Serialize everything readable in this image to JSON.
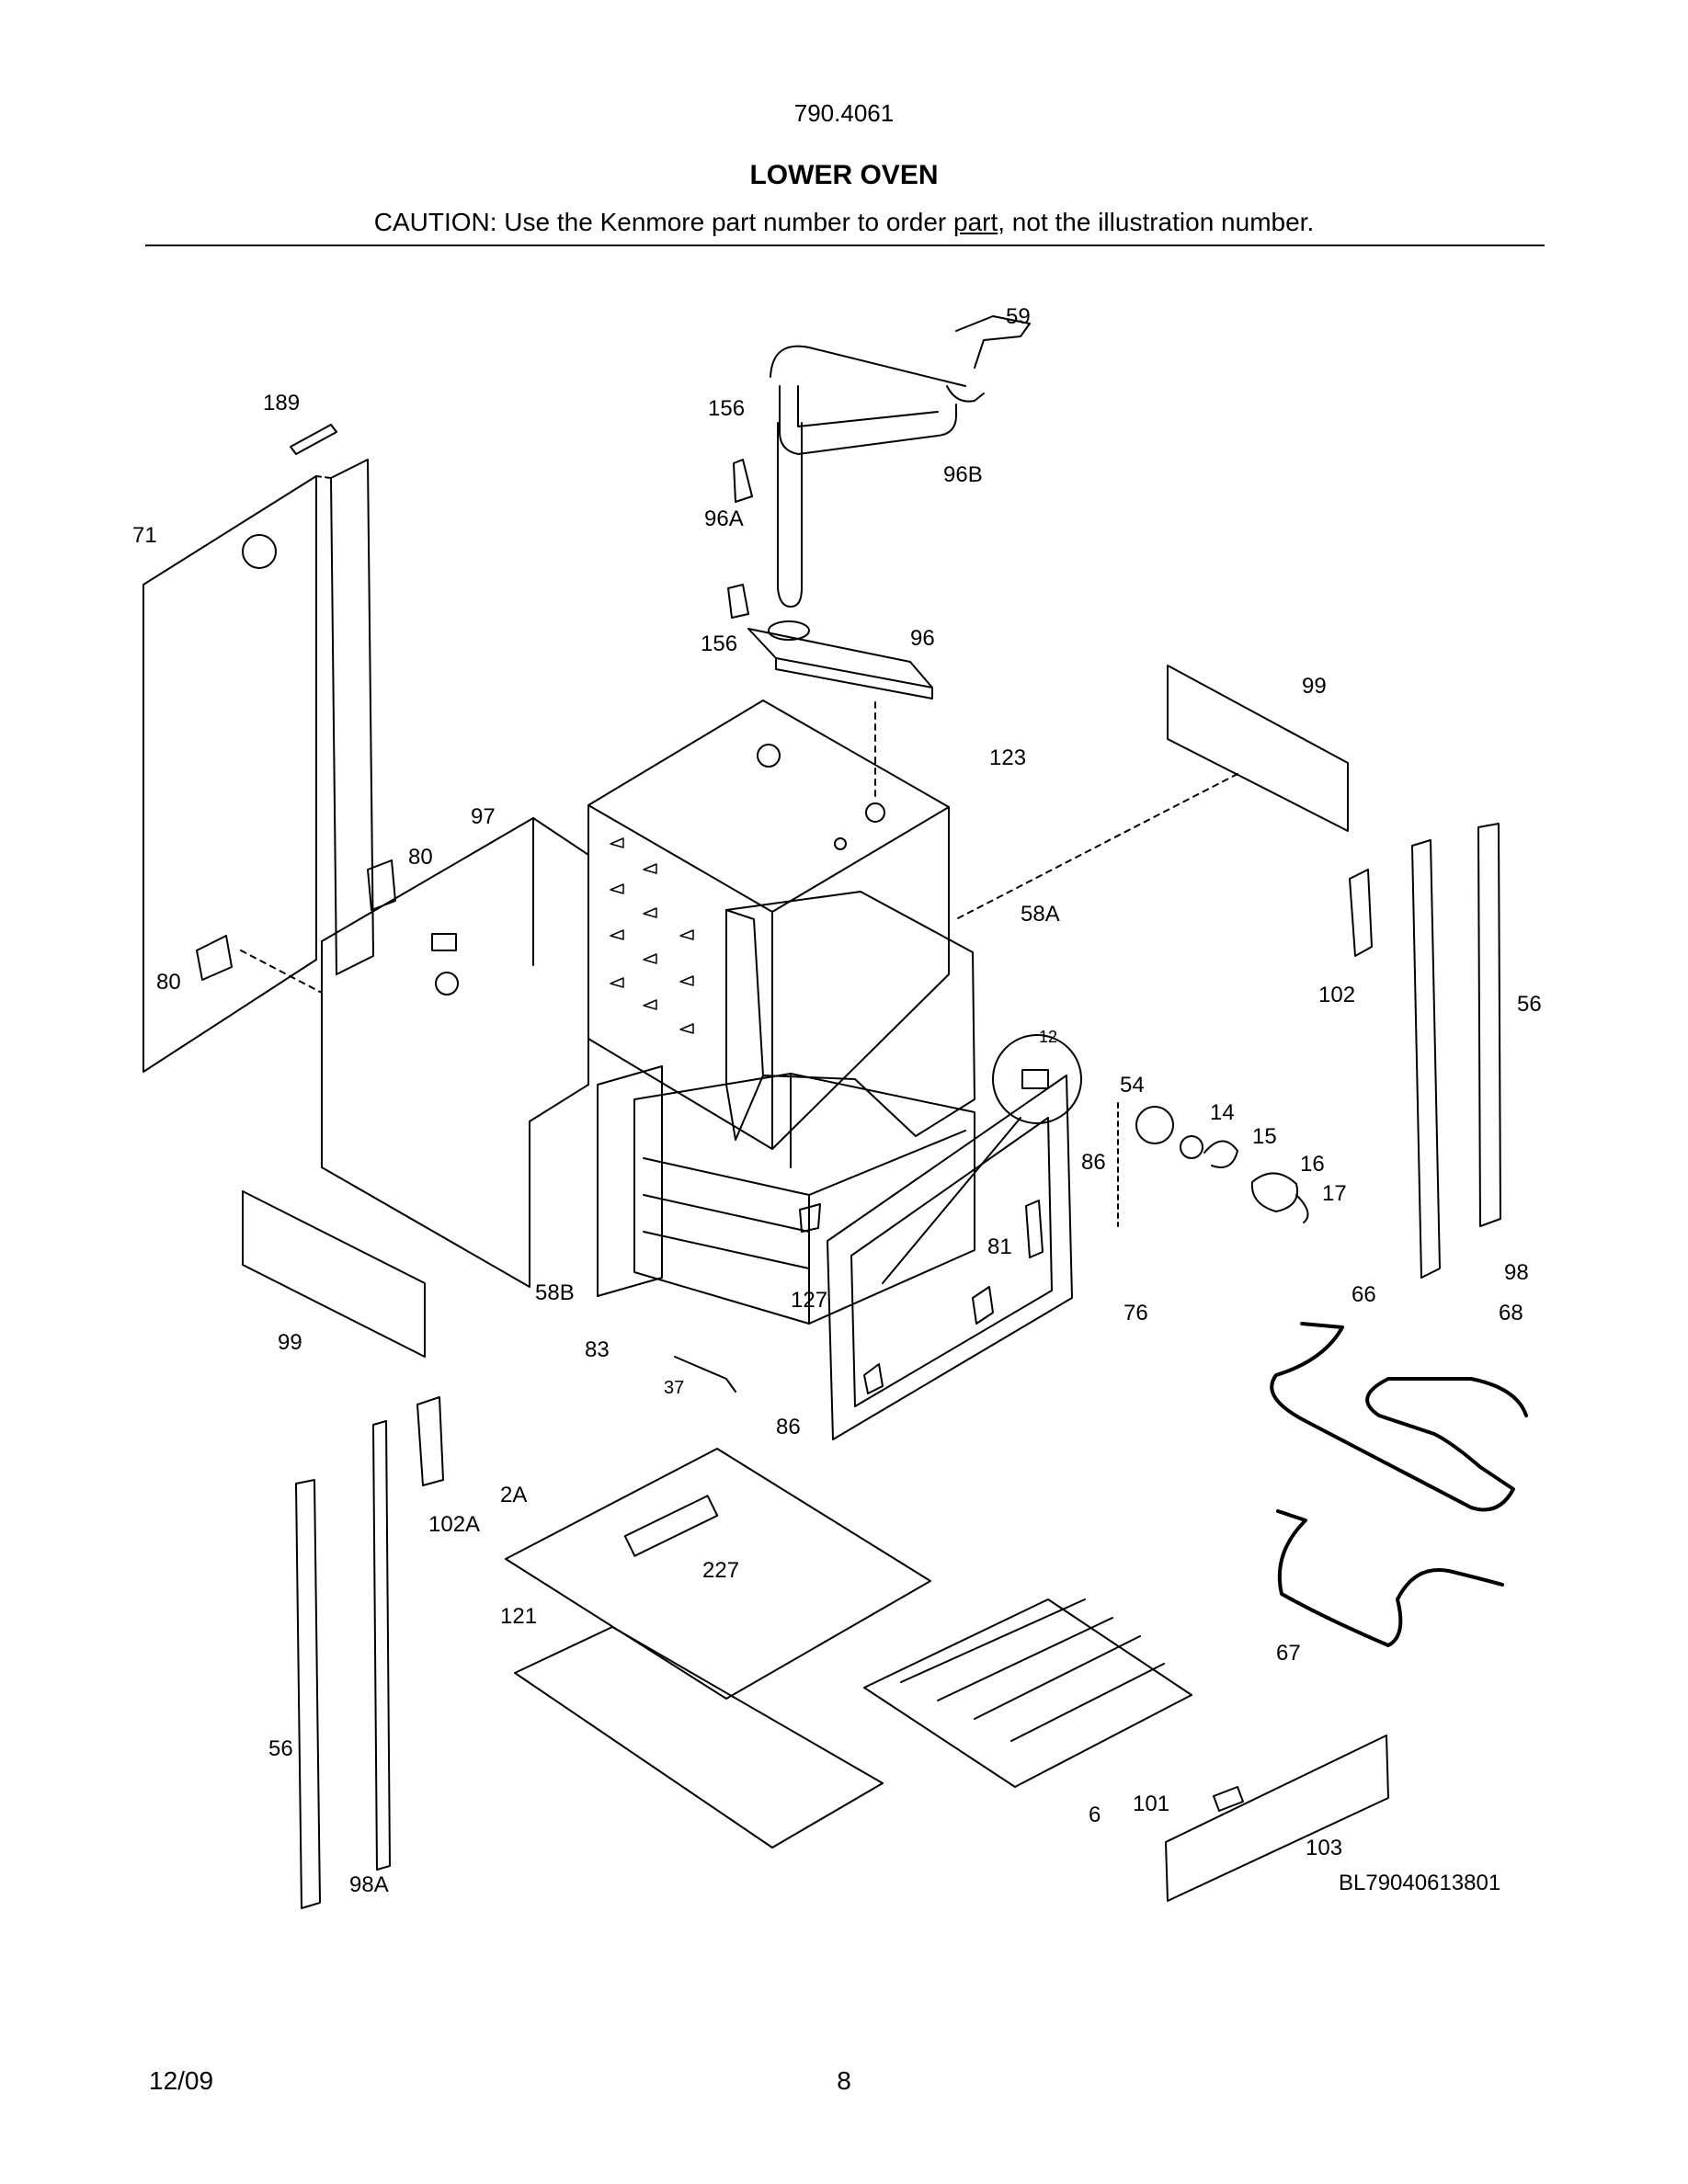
{
  "header": {
    "model_number": "790.4061",
    "section_title": "LOWER OVEN",
    "caution_before": "CAUTION: Use the Kenmore part number to order ",
    "caution_underlined": "part",
    "caution_after": ", not the illustration number."
  },
  "diagram": {
    "drawing_number": "BL79040613801",
    "callouts": {
      "c59": "59",
      "c156a": "156",
      "c96B": "96B",
      "c96A": "96A",
      "c156b": "156",
      "c96": "96",
      "c189": "189",
      "c71": "71",
      "c99a": "99",
      "c123": "123",
      "c97": "97",
      "c80a": "80",
      "c80b": "80",
      "c58A": "58A",
      "c102": "102",
      "c56a": "56",
      "c12": "12",
      "c54": "54",
      "c14": "14",
      "c15": "15",
      "c16": "16",
      "c17": "17",
      "c86a": "86",
      "c81": "81",
      "c127": "127",
      "c58B": "58B",
      "c83": "83",
      "c76": "76",
      "c99b": "99",
      "c37": "37",
      "c86b": "86",
      "c98": "98",
      "c66": "66",
      "c68": "68",
      "c2A": "2A",
      "c102A": "102A",
      "c227": "227",
      "c121": "121",
      "c67": "67",
      "c56b": "56",
      "c6": "6",
      "c101": "101",
      "c103": "103",
      "c98A": "98A"
    }
  },
  "footer": {
    "date": "12/09",
    "page_number": "8"
  }
}
